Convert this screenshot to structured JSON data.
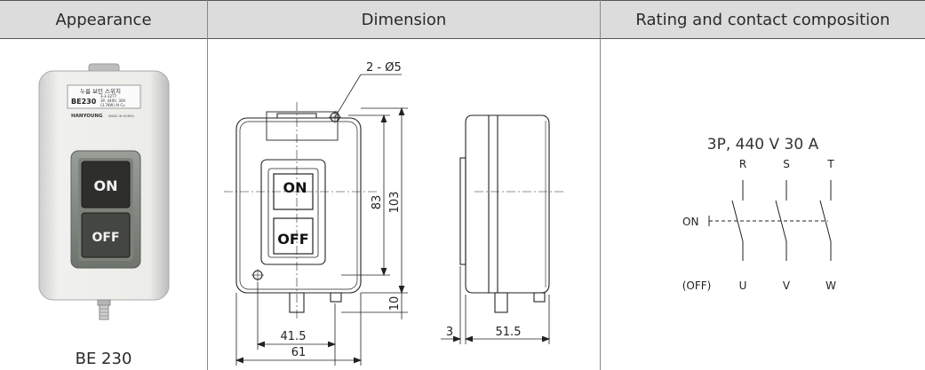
{
  "headers": {
    "appearance": "Appearance",
    "dimension": "Dimension",
    "rating": "Rating and contact composition"
  },
  "appearance": {
    "caption": "BE 230",
    "label_line1": "누름 보턴 스위치",
    "label_model": "BE230",
    "label_spec": "3-3-3277",
    "label_rating1": "3P, 440V, 30A",
    "label_rating2": "(3.7KW) AI Cu",
    "brand": "HANYOUNG",
    "made_in": "MADE IN KOREA",
    "on_button": "ON",
    "off_button": "OFF"
  },
  "dimension": {
    "hole_callout": "2 - Ø5",
    "dim_83": "83",
    "dim_103": "103",
    "dim_10": "10",
    "dim_41_5": "41.5",
    "dim_61": "61",
    "dim_3": "3",
    "dim_51_5": "51.5",
    "on_label": "ON",
    "off_label": "OFF"
  },
  "rating": {
    "summary": "3P, 440 V 30 A",
    "terminals_top": [
      "R",
      "S",
      "T"
    ],
    "terminals_bottom": [
      "U",
      "V",
      "W"
    ],
    "on_label": "ON",
    "off_label": "(OFF)"
  }
}
